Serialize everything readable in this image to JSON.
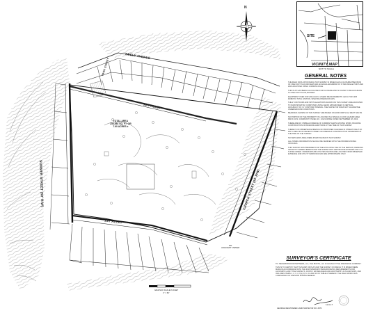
{
  "vicinity_map": {
    "title": "VICINITY MAP",
    "subtitle": "NOT TO SCALE",
    "site_label": "SITE"
  },
  "streets": {
    "neely_avenue": "NEELY AVENUE",
    "park_street": "PARK STREET",
    "alley_1": "1ST ALLEY",
    "alley_2": "1ST ALLEY",
    "summer_street": "SUMMER STREET (50' R/W)",
    "church_street": "CHURCH STREET (50' R/W)"
  },
  "total_area": {
    "line1": "TOTAL AREA",
    "line2": "236,584 SQ. FT. OR",
    "line3": "7.60 ACRES ±"
  },
  "north_arrow_label": "N",
  "scale_bar": {
    "title": "GRAPHIC SCALE IN FEET",
    "ratio": "1\" = 60'"
  },
  "general_notes": {
    "title": "GENERAL NOTES",
    "paragraphs": [
      "THE FIELD DATA UPON WHICH THIS SURVEY IS BASED HAS A CLOSURE PRECISION OF ONE FOOT IN 20,000 FEET AND AN ANGULAR ERROR OF 3\" PER ANGLE POINT AND WAS ADJUSTED USING COMPASS RULE.",
      "THIS PLAT HAS BEEN CALCULATED FOR CLOSURE AND IS FOUND TO BE ACCURATE TO ONE FOOT IN 100,000 FEET.",
      "EQUIPMENT USED FOR ANGULAR & LINEAR MEASUREMENTS: LEICA TCR 1205 ROBOTIC TOTAL STATION, SPECTRA PRECISION GPS.",
      "THE 2' CONTOURS AND SPOT ELEVATIONS SHOWN ON THIS SURVEY ARE ADJUSTED TO NAVD 88 DATUM. COMPUTED USING GEOID 12B AND MEET A VERTICAL ACCURACY OF ± 1' CONTOUR INTERVAL. THE SURVEYOR DOES NOT GUARANTEE UNDERGROUND CONDITIONS.",
      "BEARINGS SHOWN ON THIS SURVEY ARE BASED ON GRID NORTH GA WEST NAD 83.",
      "NO PORTION OF THE PROPERTY IS LOCATED IN A SPECIAL FLOOD HAZARD AREA PER F.I.R.M. COMMUNITY PANEL NO. 13121C0354E DATED SEPTEMBER 18, 2013.",
      "THERE ARE NO VISIBLE EVIDENCE OF CURRENT EARTH MOVING WORK, BUILDING CONSTRUCTION OR BUILDING ADDITIONS AT THE TIME OF THIS SURVEY.",
      "THERE IS NO OBSERVED EVIDENCE OF PROPOSED CHANGES IN STREET RIGHT OF WAY LINES OR OF RECENT STREET OR SIDEWALK CONSTRUCTION OR REPAIRS AT THE TIME OF THE SURVEY.",
      "NO WETLANDS AREA WERE INVESTIGATED IN THIS SURVEY.",
      "ALL ZONING INFORMATION SHOULD BE VERIFIED WITH THE PROPER ZONING OFFICIALS.",
      "THIS SURVEY WAS PREPARED FOR THE EXCLUSIVE USE OF THE PERSON, PERSONS OR ENTITY NAMED HEREON AND THE SURVEYOR'S CERTIFICATE EXTENDS ONLY TO THOSE NAMED. UNDERGROUND UTILITIES SHOWN ARE LOCATED FROM OBSERVED EVIDENCE AND UTILITY MARKINGS AND ARE APPROXIMATE ONLY."
    ]
  },
  "surveyor_certificate": {
    "title": "SURVEYOR'S CERTIFICATE",
    "paragraphs": [
      "TO: NEIGHBORHOOD PARTNERS, LLC, THE BOOTH, LLC & CHICAGO TITLE INSURANCE COMPANY:",
      "THIS IS TO CERTIFY THAT THIS MAP OR PLAT AND THE SURVEY ON WHICH IT IS BASED WERE MADE IN ACCORDANCE WITH THE 2016 MINIMUM STANDARD DETAIL REQUIREMENTS FOR ALTA/NSPS LAND TITLE SURVEYS, JOINTLY ESTABLISHED AND ADOPTED BY ALTA AND NSPS, AND INCLUDES ITEMS 1, 2, 3, 4, 7(a), 8, 11, 13 AND 16 OF TABLE A THEREOF. THE FIELD WORK WAS COMPLETED ON THE DATE SHOWN HEREON."
    ],
    "signature_line": "GEORGIA REGISTERED LAND SURVEYOR NO. 2870",
    "date": "11-9-17"
  },
  "adjacent_label": {
    "line1": "N/F",
    "line2": "ADJACENT OWNER"
  }
}
